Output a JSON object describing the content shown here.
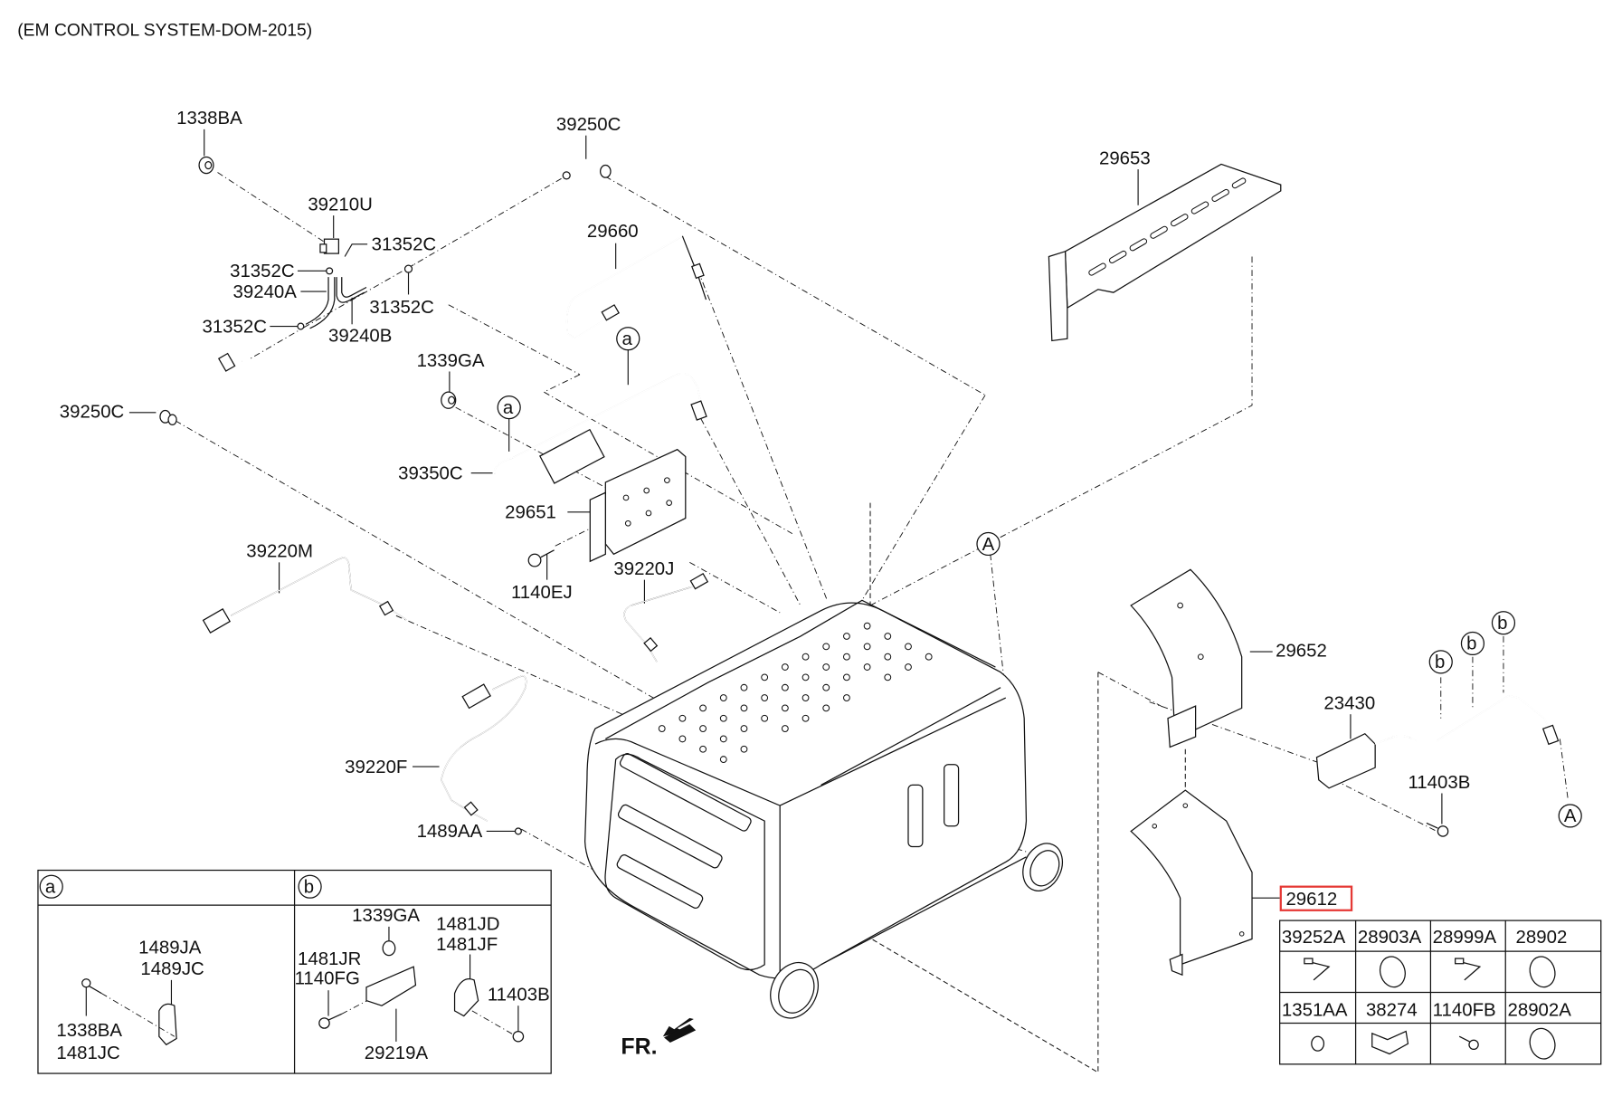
{
  "title": "(EM CONTROL SYSTEM-DOM-2015)",
  "highlight_color": "#e53935",
  "callouts": {
    "c1338BA": "1338BA",
    "c39210U": "39210U",
    "c31352C_a": "31352C",
    "c31352C_b": "31352C",
    "c39240A": "39240A",
    "c31352C_c": "31352C",
    "c31352C_d": "31352C",
    "c39240B": "39240B",
    "c39250C_top": "39250C",
    "c39250C_left": "39250C",
    "c29660": "29660",
    "c1339GA": "1339GA",
    "c39350C": "39350C",
    "c29651": "29651",
    "c1140EJ": "1140EJ",
    "c39220M": "39220M",
    "c39220J": "39220J",
    "c39220F": "39220F",
    "c1489AA": "1489AA",
    "c29653": "29653",
    "c29652": "29652",
    "c23430": "23430",
    "c11403B": "11403B",
    "c29612": "29612"
  },
  "ref_markers": {
    "a": "a",
    "b": "b",
    "A": "A"
  },
  "front_indicator": "FR.",
  "detail_table": {
    "col_a_header": "a",
    "col_b_header": "b",
    "a_parts": [
      "1489JA",
      "1489JC",
      "1338BA",
      "1481JC"
    ],
    "b_parts": [
      "1339GA",
      "1481JD",
      "1481JF",
      "1481JR",
      "1140FG",
      "11403B",
      "29219A"
    ]
  },
  "parts_table": {
    "row1": [
      "39252A",
      "28903A",
      "28999A",
      "28902"
    ],
    "row2": [
      "1351AA",
      "38274",
      "1140FB",
      "28902A"
    ]
  }
}
